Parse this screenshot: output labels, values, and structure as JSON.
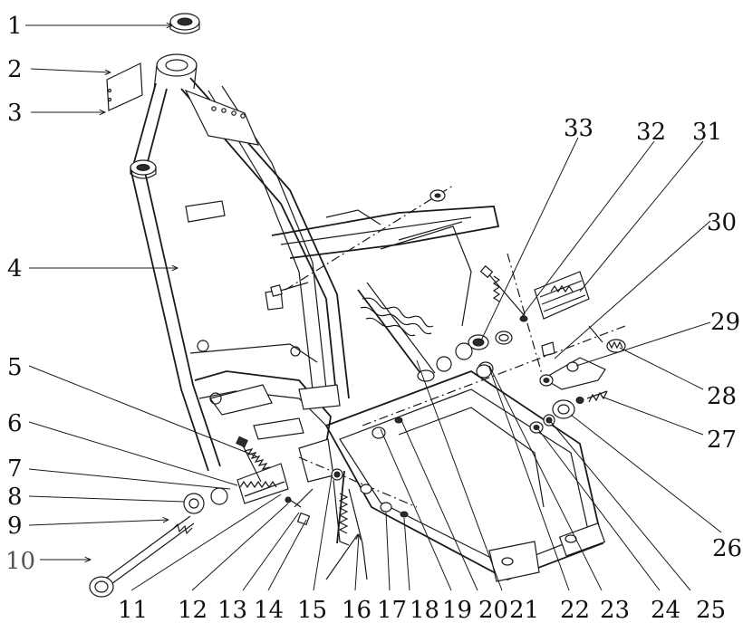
{
  "labels": [
    "1",
    "2",
    "3",
    "4",
    "5",
    "6",
    "7",
    "8",
    "9",
    "10",
    "11",
    "12",
    "13",
    "14",
    "15",
    "16",
    "17",
    "18",
    "19",
    "20",
    "21",
    "22",
    "23",
    "24",
    "25",
    "26",
    "27",
    "28",
    "29",
    "30",
    "31",
    "32",
    "33"
  ]
}
